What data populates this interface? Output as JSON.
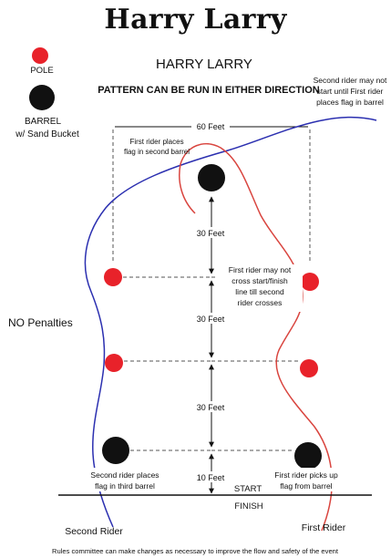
{
  "header": {
    "title": "Harry Larry"
  },
  "diagram": {
    "subtitle": "HARRY LARRY",
    "direction_note": "PATTERN CAN BE RUN IN EITHER DIRECTION",
    "legend": {
      "pole_label": "POLE",
      "barrel_label_1": "BARREL",
      "barrel_label_2": "w/ Sand Bucket",
      "pole_color": "#e8222a",
      "barrel_color": "#111111"
    },
    "width_label": "60 Feet",
    "distances": [
      "30 Feet",
      "30 Feet",
      "30 Feet",
      "10 Feet"
    ],
    "no_penalties": "NO Penalties",
    "notes": {
      "second_rider_top": [
        "Second rider may not",
        "start until First rider",
        "places flag in barrel"
      ],
      "first_rider_places": [
        "First rider places",
        "flag in second barrel"
      ],
      "first_rider_cross": [
        "First rider may not",
        "cross start/finish",
        "line till second",
        "rider crosses"
      ],
      "second_rider_places": [
        "Second rider places",
        "flag in third barrel"
      ],
      "first_rider_picks": [
        "First rider picks up",
        "flag from barrel"
      ]
    },
    "start_label": "START",
    "finish_label": "FINISH",
    "second_rider": "Second Rider",
    "first_rider": "First Rider",
    "path_colors": {
      "first_rider": "#d9453f",
      "second_rider": "#2b2fb0"
    },
    "footer": "Rules committee can make changes as necessary to improve the flow and safety of the event"
  }
}
